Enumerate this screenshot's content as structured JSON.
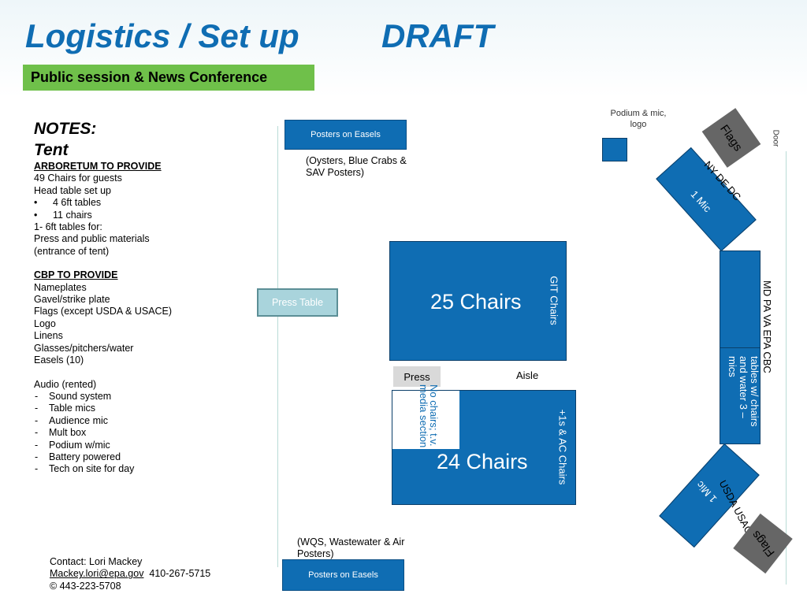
{
  "header": {
    "title": "Logistics / Set up",
    "draft": "DRAFT",
    "subtitle": "Public session & News Conference"
  },
  "notes": {
    "heading1": "NOTES:",
    "heading2": "Tent",
    "arboretum_heading": "ARBORETUM TO PROVIDE",
    "arboretum_lines": [
      "49 Chairs for guests",
      "Head table set up"
    ],
    "head_table_bullets": [
      "4 6ft tables",
      "11 chairs"
    ],
    "arboretum_lines2": [
      "1- 6ft tables for:",
      "Press and public materials",
      "(entrance of tent)"
    ],
    "cbp_heading": "CBP TO PROVIDE",
    "cbp_lines": [
      "Nameplates",
      "Gavel/strike plate",
      "Flags (except USDA & USACE)",
      "Logo",
      "Linens",
      "Glasses/pitchers/water",
      "Easels (10)"
    ],
    "audio_heading": "Audio (rented)",
    "audio_items": [
      "Sound system",
      "Table mics",
      "Audience mic",
      "Mult box",
      "Podium w/mic",
      "Battery powered",
      "Tech on site for day"
    ]
  },
  "contact": {
    "line1": "Contact:  Lori Mackey",
    "email": "Mackey.lori@epa.gov",
    "phone1": "410-267-5715",
    "phone2": "© 443-223-5708"
  },
  "layout_labels": {
    "posters_top": "Posters on Easels",
    "posters_top_caption": "(Oysters, Blue Crabs & SAV Posters)",
    "posters_bottom": "Posters on Easels",
    "posters_bottom_caption": "(WQS, Wastewater & Air Posters)",
    "press_table": "Press Table",
    "chairs_top": "25 Chairs",
    "git_chairs": "GIT Chairs",
    "press": "Press",
    "aisle": "Aisle",
    "chairs_bottom": "24 Chairs",
    "no_chairs": "No chairs; t.v. media section",
    "ac_chairs": "+1s & AC Chairs",
    "podium": "Podium & mic, logo",
    "door": "Door",
    "flags_top": "Flags",
    "flags_bottom": "Flags",
    "mic_top": "1 Mic",
    "states_top": "NY DE DC",
    "head_states": "MD   PA   VA  EPA  CBC",
    "tables_note": "tables w/ chairs and water 3 – mics",
    "mic_bottom": "1 Mic",
    "states_bottom": "USDA USACE"
  },
  "colors": {
    "title_blue": "#0f6db3",
    "table_blue": "#0f6db3",
    "subtitle_green": "#6fc04a",
    "press_table_fill": "#a9d4dc",
    "flag_grey": "#666666"
  }
}
